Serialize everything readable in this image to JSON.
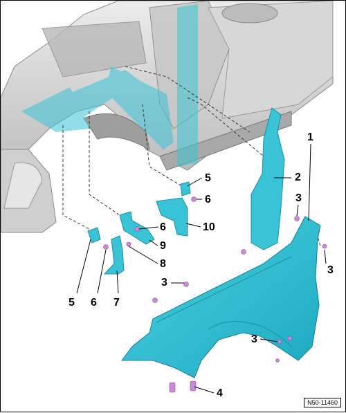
{
  "diagram": {
    "reference_code": "N50-11460",
    "part_color": "#38c4d6",
    "fastener_color": "#c98ad8",
    "vehicle_color": "#d9d9d9",
    "callouts": {
      "c1": "1",
      "c2": "2",
      "c3a": "3",
      "c3b": "3",
      "c3c": "3",
      "c3d": "3",
      "c4": "4",
      "c5a": "5",
      "c5b": "5",
      "c6a": "6",
      "c6b": "6",
      "c6c": "6",
      "c7": "7",
      "c8": "8",
      "c9": "9",
      "c10": "10"
    }
  }
}
